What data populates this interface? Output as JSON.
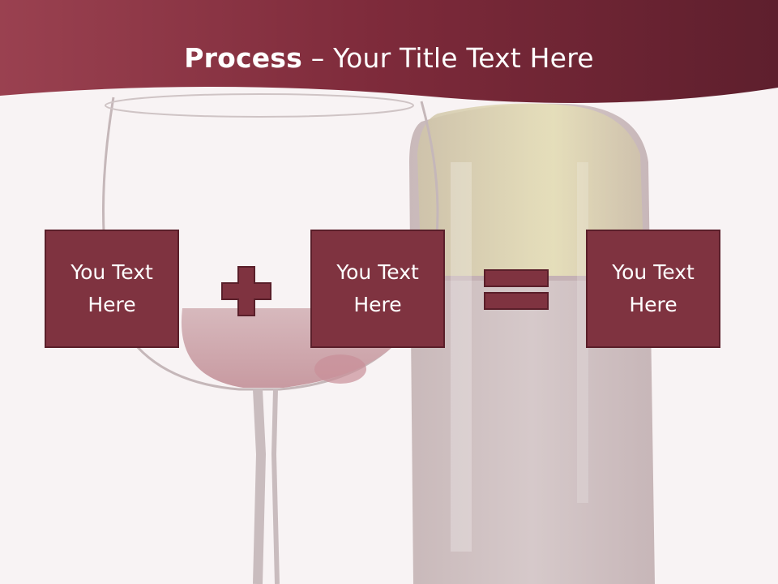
{
  "slide": {
    "title_bold": "Process",
    "title_sep": " – ",
    "title_rest": "Your Title Text Here"
  },
  "process": {
    "boxes": [
      {
        "label": "You Text\nHere"
      },
      {
        "label": "You Text\nHere"
      },
      {
        "label": "You Text\nHere"
      }
    ],
    "operators": [
      "plus-icon",
      "equals-icon"
    ]
  },
  "colors": {
    "header_dark": "#5e1f2d",
    "header_light": "#9a3f4e",
    "box_fill": "#7f3340",
    "box_border": "#5a1f2a",
    "background": "#f8f3f4"
  }
}
